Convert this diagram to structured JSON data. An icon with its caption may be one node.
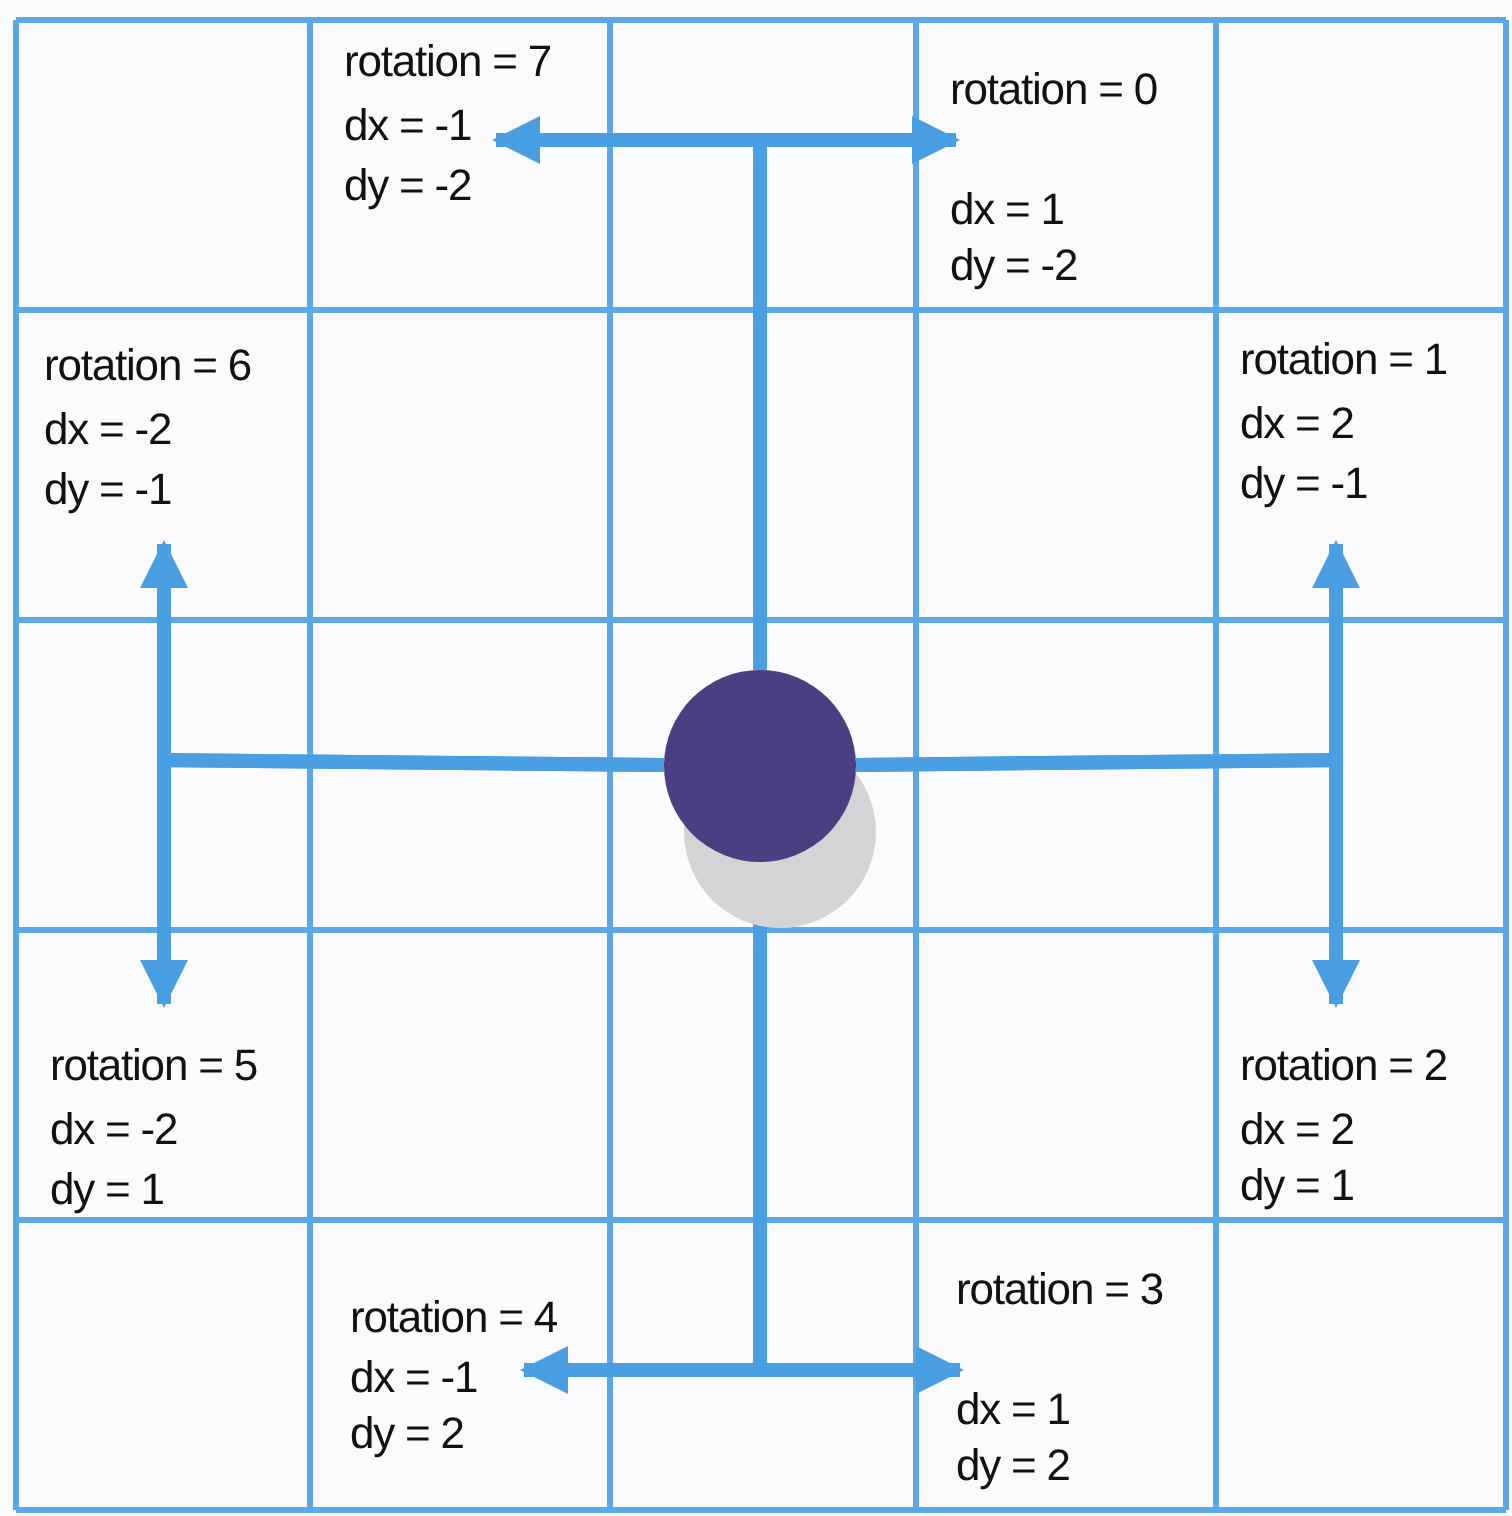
{
  "diagram": {
    "nodes": [
      {
        "text": [
          "rotation = 7",
          "dx = -1",
          "dy = -2"
        ]
      },
      {
        "text": [
          "rotation = 0",
          "dx = 1",
          "dy = -2"
        ]
      },
      {
        "text": [
          "rotation = 6",
          "dx = -2",
          "dy = -1"
        ]
      },
      {
        "text": [
          "rotation = 1",
          "dx = 2",
          "dy = -1"
        ]
      },
      {
        "text": [],
        "shape": "circle"
      },
      {
        "text": [
          "rotation = 5",
          "dx = -2",
          "dy = 1"
        ]
      },
      {
        "text": [
          "rotation = 2",
          "dx = 2",
          "dy = 1"
        ]
      },
      {
        "text": [
          "rotation = 4",
          "dx = -1",
          "dy = 2"
        ]
      },
      {
        "text": [
          "rotation = 3",
          "dx = 1",
          "dy = 2"
        ]
      }
    ],
    "edges": [
      {
        "from": 4,
        "to": 0,
        "arrow": "to"
      },
      {
        "from": 4,
        "to": 1,
        "arrow": "to"
      },
      {
        "from": 4,
        "to": 3,
        "arrow": "to"
      },
      {
        "from": 4,
        "to": 6,
        "arrow": "to"
      },
      {
        "from": 4,
        "to": 8,
        "arrow": "to"
      },
      {
        "from": 4,
        "to": 7,
        "arrow": "to"
      },
      {
        "from": 4,
        "to": 5,
        "arrow": "to"
      },
      {
        "from": 4,
        "to": 2,
        "arrow": "to"
      }
    ]
  }
}
